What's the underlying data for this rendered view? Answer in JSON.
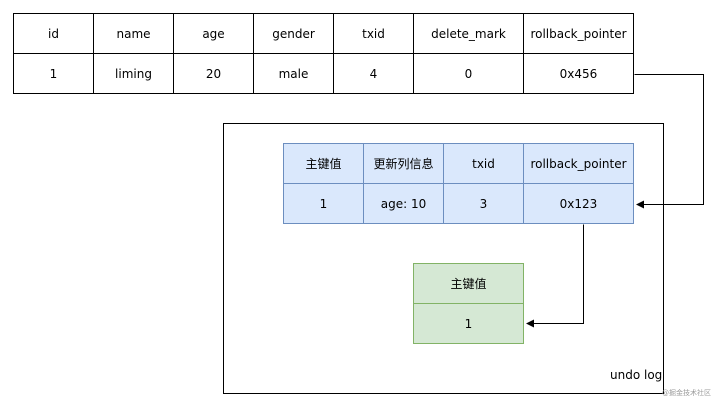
{
  "row_record": {
    "headers": [
      "id",
      "name",
      "age",
      "gender",
      "txid",
      "delete_mark",
      "rollback_pointer"
    ],
    "values": [
      "1",
      "liming",
      "20",
      "male",
      "4",
      "0",
      "0x456"
    ]
  },
  "undo_log": {
    "label": "undo log",
    "record1": {
      "headers": [
        "主键值",
        "更新列信息",
        "txid",
        "rollback_pointer"
      ],
      "values": [
        "1",
        "age: 10",
        "3",
        "0x123"
      ]
    },
    "record2": {
      "header": "主键值",
      "value": "1"
    }
  },
  "watermark": "@掘金技术社区",
  "colors": {
    "undo_record_fill": "#dae8fc",
    "undo_record_stroke": "#6c8ebf",
    "undo_key_fill": "#d5e8d4",
    "undo_key_stroke": "#82b366"
  }
}
